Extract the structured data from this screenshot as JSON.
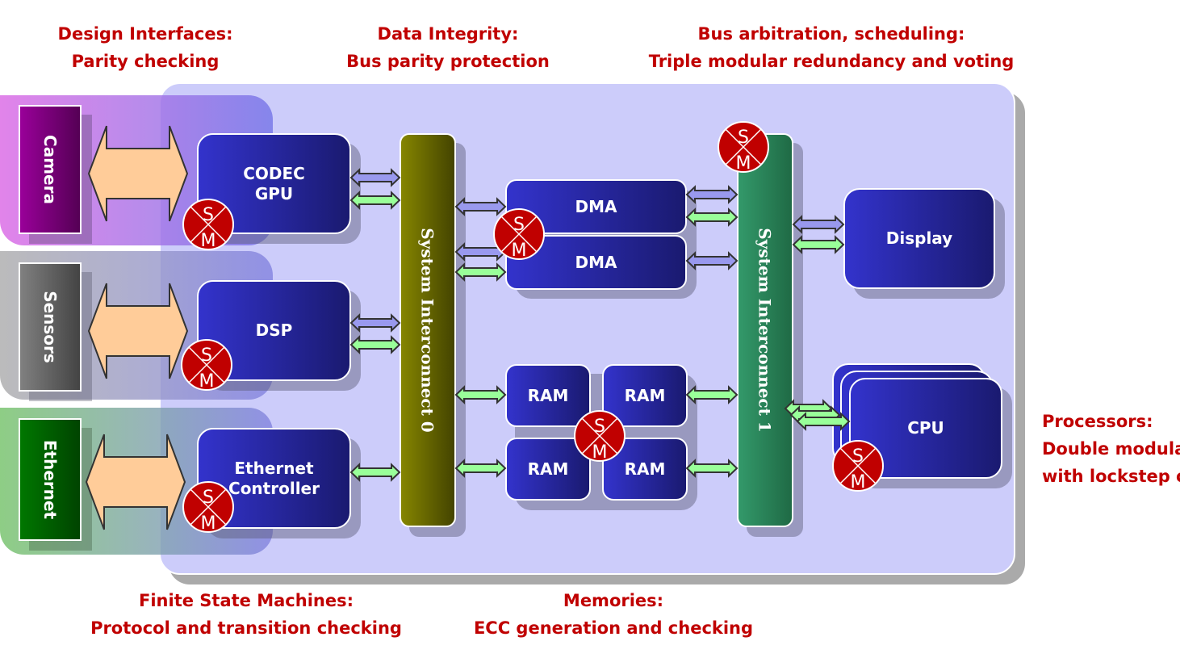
{
  "annotations": {
    "design_interfaces": {
      "title": "Design Interfaces:",
      "detail": "Parity checking"
    },
    "data_integrity": {
      "title": "Data Integrity:",
      "detail": "Bus parity protection"
    },
    "bus_arbitration": {
      "title": "Bus arbitration, scheduling:",
      "detail": "Triple modular redundancy and voting"
    },
    "fsm": {
      "title": "Finite State Machines:",
      "detail": "Protocol and transition checking"
    },
    "memories": {
      "title": "Memories:",
      "detail": "ECC generation and checking"
    },
    "processors": {
      "title": "Processors:",
      "line2": "Double modula",
      "line3": "with lockstep c"
    }
  },
  "external": {
    "camera": "Camera",
    "sensors": "Sensors",
    "ethernet": "Ethernet"
  },
  "blocks": {
    "codec_gpu_1": "CODEC",
    "codec_gpu_2": "GPU",
    "dsp": "DSP",
    "eth_ctrl_1": "Ethernet",
    "eth_ctrl_2": "Controller",
    "dma_1": "DMA",
    "dma_2": "DMA",
    "ram_1": "RAM",
    "ram_2": "RAM",
    "ram_3": "RAM",
    "ram_4": "RAM",
    "display": "Display",
    "cpu": "CPU"
  },
  "interconnects": {
    "ic0": "System Interconnect 0",
    "ic1": "System Interconnect 1"
  },
  "safety_mechanism_badge": {
    "top": "S",
    "bottom": "M"
  },
  "colors": {
    "annotation": "#c00000",
    "panel": "#ccccfa",
    "block": "#2a2aa8",
    "arrow_blue": "#9999ee",
    "arrow_green": "#99ff99",
    "arrow_orange": "#ffcc99",
    "sm_badge": "#c00000"
  }
}
